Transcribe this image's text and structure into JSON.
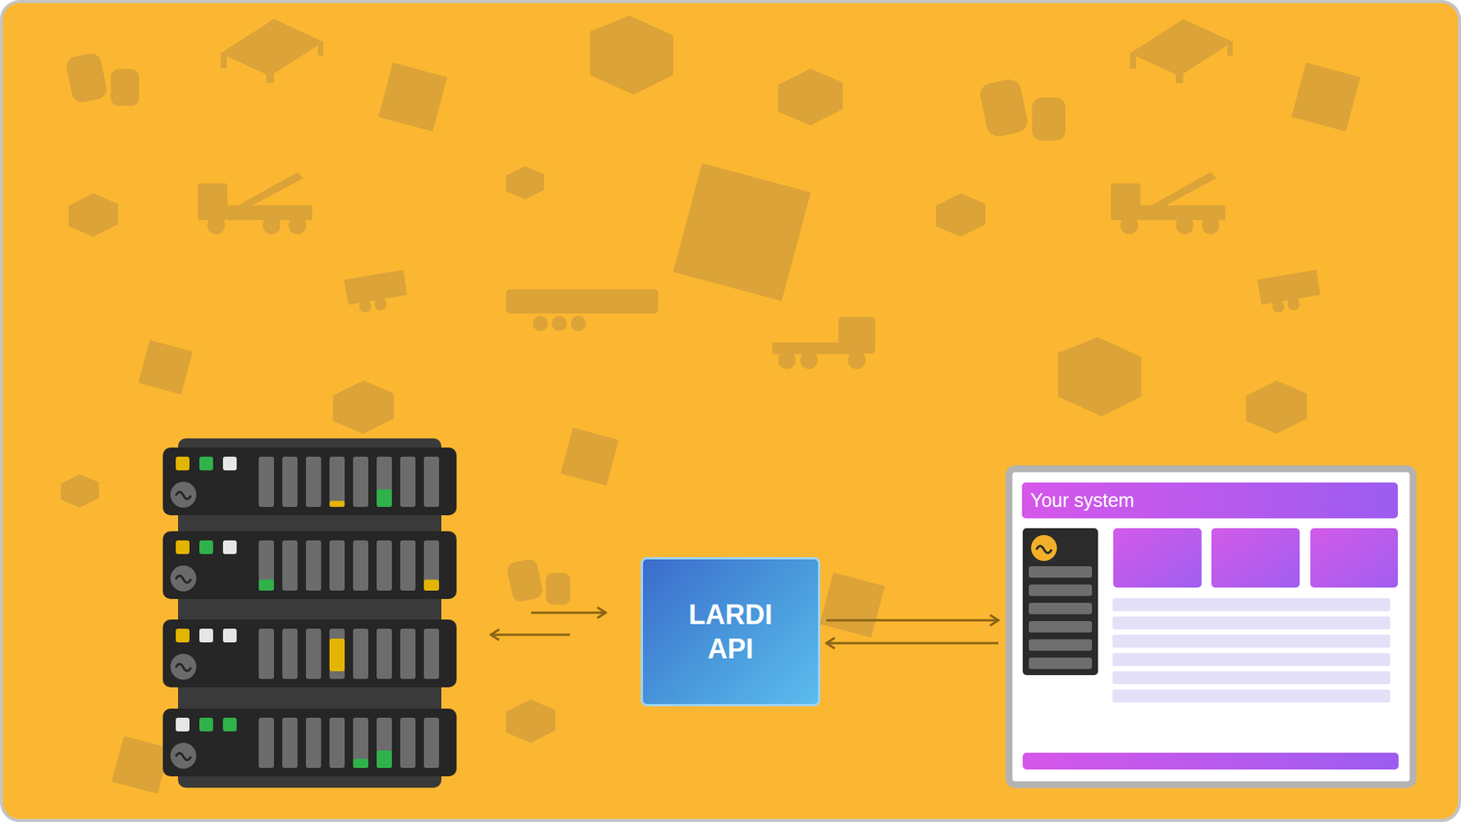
{
  "diagram": {
    "nodes": [
      {
        "text": [
          "LARDI API"
        ]
      },
      {
        "text": [
          "Your system"
        ]
      }
    ],
    "edges": [
      {
        "from": 0,
        "to": 1,
        "arrow": "to"
      },
      {
        "from": 1,
        "to": 0,
        "arrow": "to"
      }
    ]
  }
}
